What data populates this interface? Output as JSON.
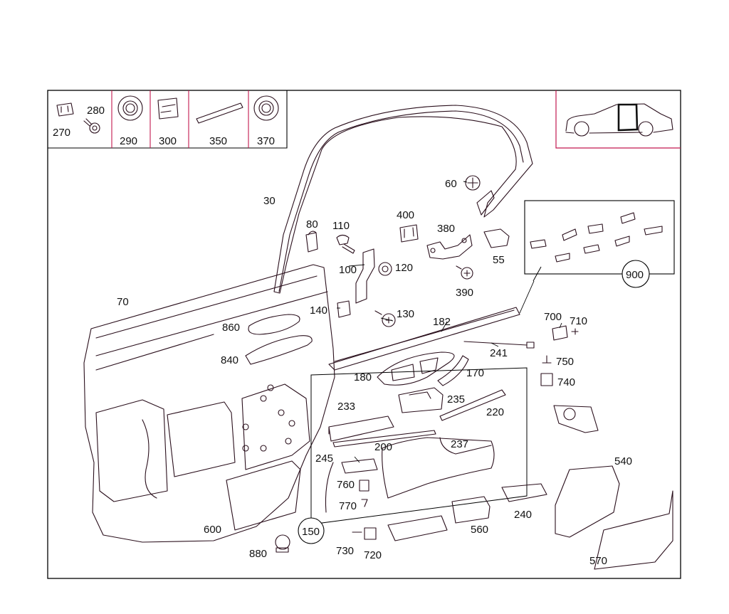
{
  "diagram": {
    "frame_color": "#000000",
    "accent_color": "#c2184f",
    "inset_parts": [
      {
        "id": "p270",
        "number": "270"
      },
      {
        "id": "p280",
        "number": "280"
      },
      {
        "id": "p290",
        "number": "290"
      },
      {
        "id": "p300",
        "number": "300"
      },
      {
        "id": "p350",
        "number": "350"
      },
      {
        "id": "p370",
        "number": "370"
      }
    ],
    "callouts": [
      {
        "id": "c30",
        "number": "30"
      },
      {
        "id": "c60",
        "number": "60"
      },
      {
        "id": "c80",
        "number": "80"
      },
      {
        "id": "c110",
        "number": "110"
      },
      {
        "id": "c400",
        "number": "400"
      },
      {
        "id": "c380",
        "number": "380"
      },
      {
        "id": "c55",
        "number": "55"
      },
      {
        "id": "c100",
        "number": "100"
      },
      {
        "id": "c120",
        "number": "120"
      },
      {
        "id": "c390",
        "number": "390"
      },
      {
        "id": "c70",
        "number": "70"
      },
      {
        "id": "c140",
        "number": "140"
      },
      {
        "id": "c130",
        "number": "130"
      },
      {
        "id": "c860",
        "number": "860"
      },
      {
        "id": "c182",
        "number": "182"
      },
      {
        "id": "c700",
        "number": "700"
      },
      {
        "id": "c710",
        "number": "710"
      },
      {
        "id": "c241",
        "number": "241"
      },
      {
        "id": "c840",
        "number": "840"
      },
      {
        "id": "c750",
        "number": "750"
      },
      {
        "id": "c180",
        "number": "180"
      },
      {
        "id": "c170",
        "number": "170"
      },
      {
        "id": "c740",
        "number": "740"
      },
      {
        "id": "c233",
        "number": "233"
      },
      {
        "id": "c235",
        "number": "235"
      },
      {
        "id": "c220",
        "number": "220"
      },
      {
        "id": "c237",
        "number": "237"
      },
      {
        "id": "c200",
        "number": "200"
      },
      {
        "id": "c245",
        "number": "245"
      },
      {
        "id": "c540",
        "number": "540"
      },
      {
        "id": "c760",
        "number": "760"
      },
      {
        "id": "c770",
        "number": "770"
      },
      {
        "id": "c240",
        "number": "240"
      },
      {
        "id": "c600",
        "number": "600"
      },
      {
        "id": "c560",
        "number": "560"
      },
      {
        "id": "c730",
        "number": "730"
      },
      {
        "id": "c720",
        "number": "720"
      },
      {
        "id": "c880",
        "number": "880"
      },
      {
        "id": "c570",
        "number": "570"
      }
    ],
    "circled_callouts": [
      {
        "id": "c900",
        "number": "900"
      },
      {
        "id": "c150",
        "number": "150"
      }
    ]
  }
}
